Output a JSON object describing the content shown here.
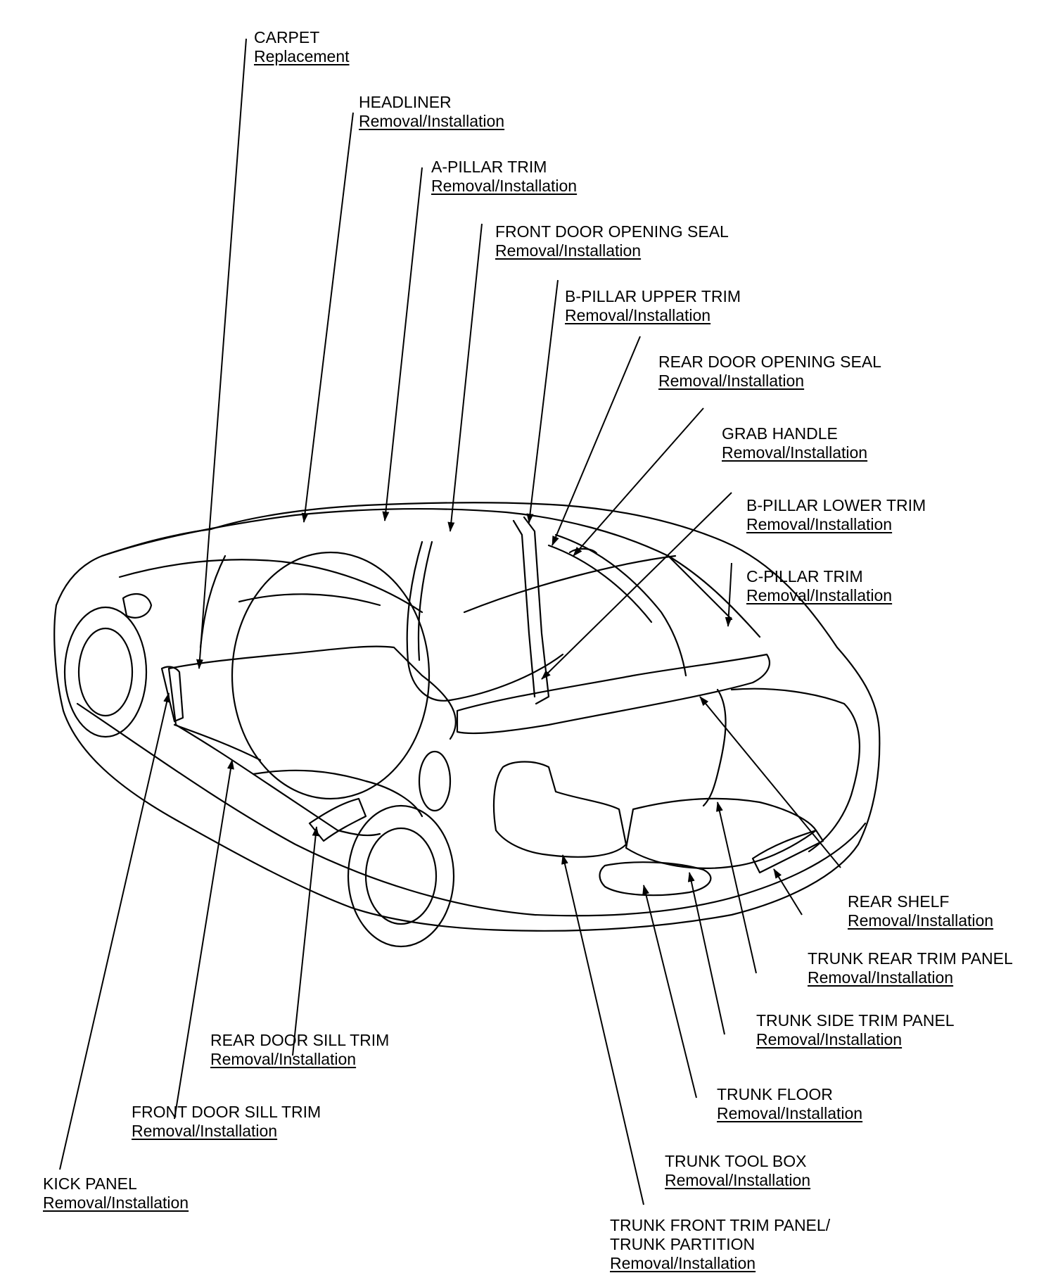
{
  "diagram": {
    "callouts": [
      {
        "id": "carpet",
        "title": "CARPET",
        "link": "Replacement"
      },
      {
        "id": "headliner",
        "title": "HEADLINER",
        "link": "Removal/Installation"
      },
      {
        "id": "a_pillar_trim",
        "title": "A-PILLAR TRIM",
        "link": "Removal/Installation"
      },
      {
        "id": "front_door_opening_seal",
        "title": "FRONT DOOR OPENING SEAL",
        "link": "Removal/Installation"
      },
      {
        "id": "b_pillar_upper_trim",
        "title": "B-PILLAR UPPER TRIM",
        "link": "Removal/Installation"
      },
      {
        "id": "rear_door_opening_seal",
        "title": "REAR DOOR OPENING SEAL",
        "link": "Removal/Installation"
      },
      {
        "id": "grab_handle",
        "title": "GRAB HANDLE",
        "link": "Removal/Installation"
      },
      {
        "id": "b_pillar_lower_trim",
        "title": "B-PILLAR LOWER TRIM",
        "link": "Removal/Installation"
      },
      {
        "id": "c_pillar_trim",
        "title": "C-PILLAR TRIM",
        "link": "Removal/Installation"
      },
      {
        "id": "rear_shelf",
        "title": "REAR SHELF",
        "link": "Removal/Installation"
      },
      {
        "id": "trunk_rear_trim_panel",
        "title": "TRUNK REAR TRIM PANEL",
        "link": "Removal/Installation"
      },
      {
        "id": "trunk_side_trim_panel",
        "title": "TRUNK SIDE TRIM PANEL",
        "link": "Removal/Installation"
      },
      {
        "id": "trunk_floor",
        "title": "TRUNK FLOOR",
        "link": "Removal/Installation"
      },
      {
        "id": "trunk_tool_box",
        "title": "TRUNK TOOL BOX",
        "link": "Removal/Installation"
      },
      {
        "id": "trunk_front_trim_panel",
        "title": "TRUNK FRONT TRIM PANEL/",
        "title2": "TRUNK PARTITION",
        "link": "Removal/Installation"
      },
      {
        "id": "rear_door_sill_trim",
        "title": "REAR DOOR SILL TRIM",
        "link": "Removal/Installation"
      },
      {
        "id": "front_door_sill_trim",
        "title": "FRONT DOOR SILL TRIM",
        "link": "Removal/Installation"
      },
      {
        "id": "kick_panel",
        "title": "KICK PANEL",
        "link": "Removal/Installation"
      }
    ]
  }
}
